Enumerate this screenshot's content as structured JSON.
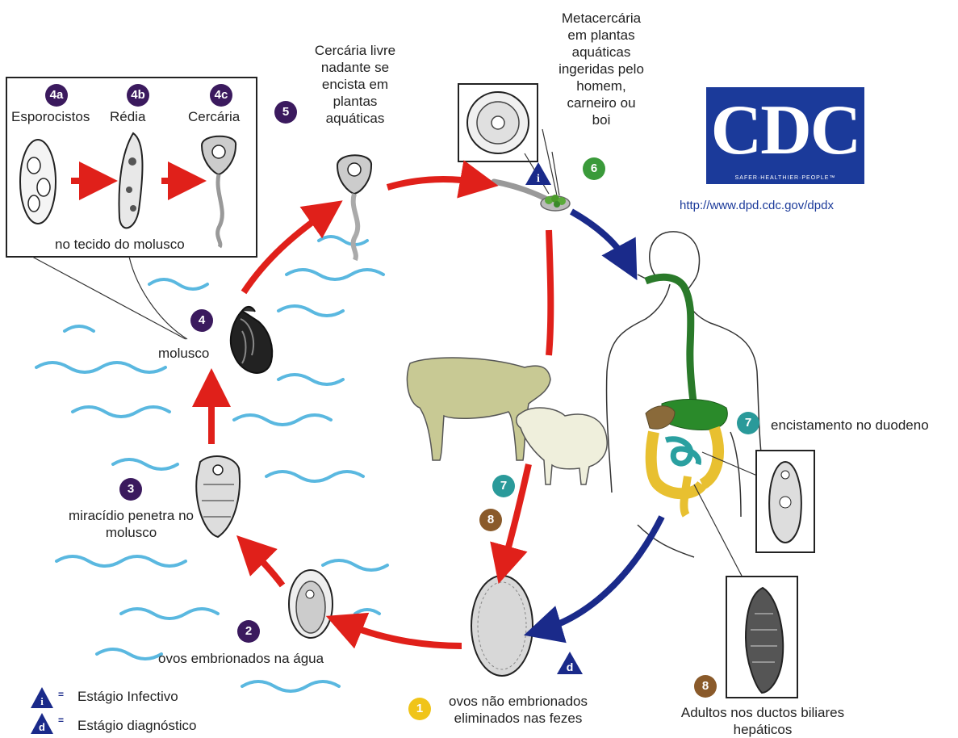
{
  "stages": {
    "s4a": {
      "num": "4a",
      "label": "Esporocistos",
      "color": "#3b1a5e"
    },
    "s4b": {
      "num": "4b",
      "label": "Rédia",
      "color": "#3b1a5e"
    },
    "s4c": {
      "num": "4c",
      "label": "Cercária",
      "color": "#3b1a5e"
    },
    "inset_caption": "no tecido do molusco",
    "s5": {
      "num": "5",
      "lines": [
        "Cercária livre",
        "nadante se",
        "encista em",
        "plantas",
        "aquáticas"
      ],
      "color": "#3b1a5e"
    },
    "s6": {
      "num": "6",
      "lines": [
        "Metacercária",
        "em plantas",
        "aquáticas",
        "ingeridas pelo",
        "homem,",
        "carneiro ou",
        "boi"
      ],
      "color": "#3a9a3a"
    },
    "s4": {
      "num": "4",
      "label": "molusco",
      "color": "#3b1a5e"
    },
    "s3": {
      "num": "3",
      "lines": [
        "miracídio penetra no",
        "molusco"
      ],
      "color": "#3b1a5e"
    },
    "s2": {
      "num": "2",
      "label": "ovos embrionados na água",
      "color": "#3b1a5e"
    },
    "s1": {
      "num": "1",
      "lines": [
        "ovos não embrionados",
        "eliminados nas fezes"
      ],
      "color": "#f0c419"
    },
    "s7": {
      "num": "7",
      "label": "encistamento no duodeno",
      "color": "#2a9a9a"
    },
    "s8": {
      "num": "8",
      "lines": [
        "Adultos nos ductos biliares",
        "hepáticos"
      ],
      "color": "#8a5a2a"
    },
    "s7_animal": {
      "num": "7",
      "color": "#2a9a9a"
    },
    "s8_animal": {
      "num": "8",
      "color": "#8a5a2a"
    }
  },
  "legend": {
    "infective": {
      "symbol": "i",
      "label": "Estágio Infectivo"
    },
    "diagnostic": {
      "symbol": "d",
      "label": "Estágio diagnóstico"
    }
  },
  "markers": {
    "i": "i",
    "d": "d"
  },
  "logo": {
    "text": "CDC",
    "tagline": "SAFER·HEALTHIER·PEOPLE™",
    "url": "http://www.dpd.cdc.gov/dpdx"
  },
  "colors": {
    "red_arrow": "#e0201a",
    "blue_arrow": "#1a2a8a",
    "water": "#5ab8e0",
    "triangle": "#1a2a8a"
  }
}
